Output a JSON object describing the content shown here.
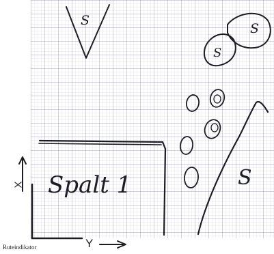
{
  "sheet": {
    "caption": "Ruteindikator",
    "axis_x_label": "X",
    "axis_y_label": "Y"
  },
  "annotations": {
    "region_label": "Spalt 1",
    "stone_mark": "S"
  },
  "ink_color": "#1c1c24"
}
